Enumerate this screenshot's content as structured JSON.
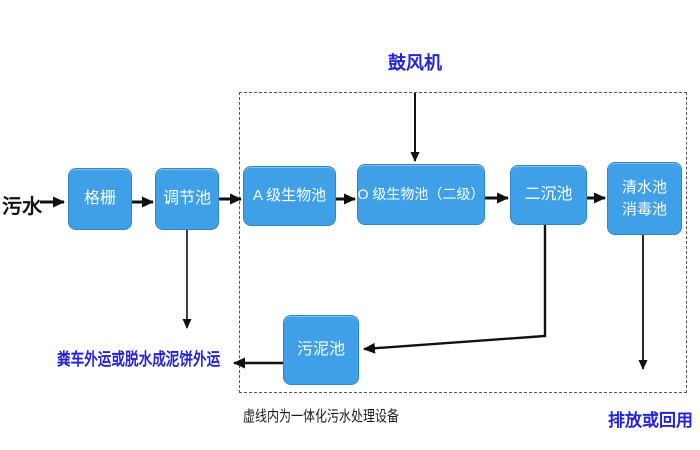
{
  "diagram": {
    "title_semantic": "integrated-wastewater-treatment-process-flow",
    "source_label": "污水",
    "blower_label": "鼓风机",
    "boxes": {
      "grille": "格栅",
      "regulating": "调节池",
      "a_bio": "A 级生物池",
      "o_bio": "O 级生物池（二级）",
      "secondary_sed": "二沉池",
      "clean_line1": "清水池",
      "clean_line2": "消毒池",
      "sludge": "污泥池"
    },
    "labels": {
      "sludge_out": "粪车外运或脱水成泥饼外运",
      "dashed_caption": "虚线内为一体化污水处理设备",
      "discharge": "排放或回用"
    },
    "colors": {
      "box_fill": "#3FA0E8",
      "box_border": "#2E86C8",
      "blue_text": "#2424D6",
      "arrow": "#111111",
      "dashed_border": "#555555"
    }
  }
}
